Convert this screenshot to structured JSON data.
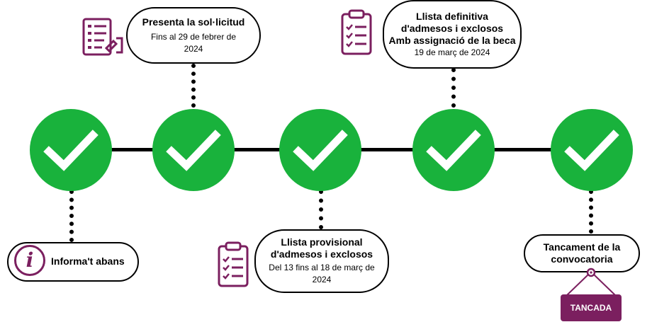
{
  "steps": [
    {
      "id": "informat",
      "title": "Informa't abans",
      "subtitle": ""
    },
    {
      "id": "presenta",
      "title": "Presenta la sol·licitud",
      "subtitle": "Fins al 29 de febrer de 2024"
    },
    {
      "id": "provisional",
      "title_line1": "Llista provisional",
      "title_line2": "d'admesos i exclosos",
      "subtitle": "Del 13 fins al 18 de març de 2024"
    },
    {
      "id": "definitiva",
      "title_line1": "Llista definitiva",
      "title_line2": "d'admesos i exclosos",
      "title_line3": "Amb assignació de la beca",
      "subtitle": "19 de març de 2024"
    },
    {
      "id": "tancament",
      "title_line1": "Tancament de la",
      "title_line2": "convocatoria",
      "subtitle": ""
    }
  ],
  "status_tag": "TANCADA",
  "icons": {
    "step_state": "check-icon",
    "informat": "info-icon",
    "presenta": "form-document-icon",
    "provisional": "clipboard-list-icon",
    "definitiva": "clipboard-list-icon",
    "tancament": "hanging-sign-icon"
  },
  "colors": {
    "check_green": "#19b23c",
    "accent_purple": "#7b1f5f",
    "line": "#000000"
  }
}
